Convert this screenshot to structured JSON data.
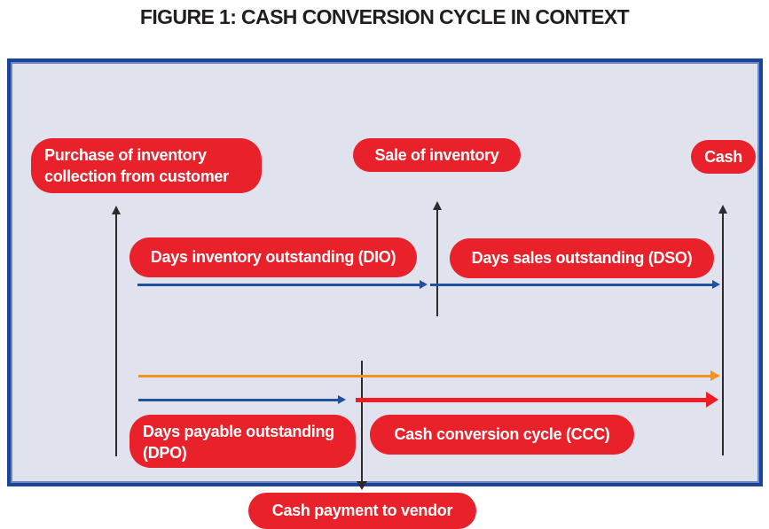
{
  "title": "FIGURE 1: CASH CONVERSION CYCLE IN CONTEXT",
  "diagram": {
    "pills": {
      "purchase": "Purchase of inventory\ncollection from customer",
      "sale": "Sale of inventory",
      "cash": "Cash",
      "dio": "Days inventory outstanding (DIO)",
      "dso": "Days sales outstanding (DSO)",
      "dpo": "Days payable outstanding\n(DPO)",
      "ccc": "Cash conversion cycle (CCC)",
      "vendor": "Cash payment to vendor"
    },
    "colors": {
      "pill_red": "#e8212a",
      "timeline_blue": "#2050a0",
      "cycle_orange": "#f6921e",
      "ccc_red": "#ee1c25",
      "event_black": "#2e2b2f",
      "border_navy": "#1a449a",
      "background": "#e0e2ee"
    }
  }
}
